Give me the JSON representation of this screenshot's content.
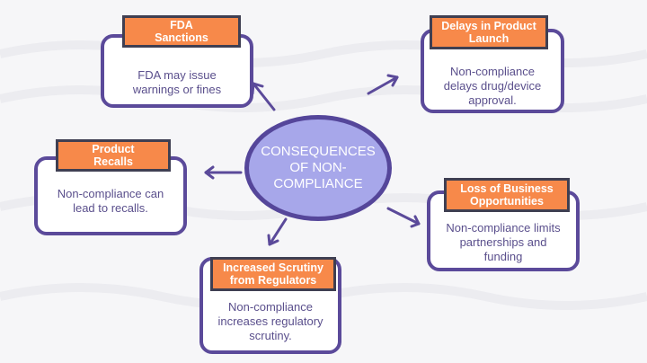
{
  "center": {
    "label": "CONSEQUENCES OF NON-COMPLIANCE"
  },
  "nodes": [
    {
      "id": "fda",
      "title": "FDA Sanctions",
      "text": "FDA may issue warnings or fines"
    },
    {
      "id": "delays",
      "title": "Delays in Product Launch",
      "text": "Non-compliance delays drug/device approval."
    },
    {
      "id": "recalls",
      "title": "Product Recalls",
      "text": "Non-compliance can lead to recalls."
    },
    {
      "id": "loss",
      "title": "Loss of Business Opportunities",
      "text": "Non-compliance limits partnerships and funding"
    },
    {
      "id": "scrutiny",
      "title": "Increased Scrutiny from Regulators",
      "text": "Non-compliance increases regulatory scrutiny."
    }
  ],
  "colors": {
    "accent": "#f7894a",
    "outline": "#5b4a9a",
    "center_fill": "#a7a7ea",
    "text": "#5a4f8c"
  }
}
